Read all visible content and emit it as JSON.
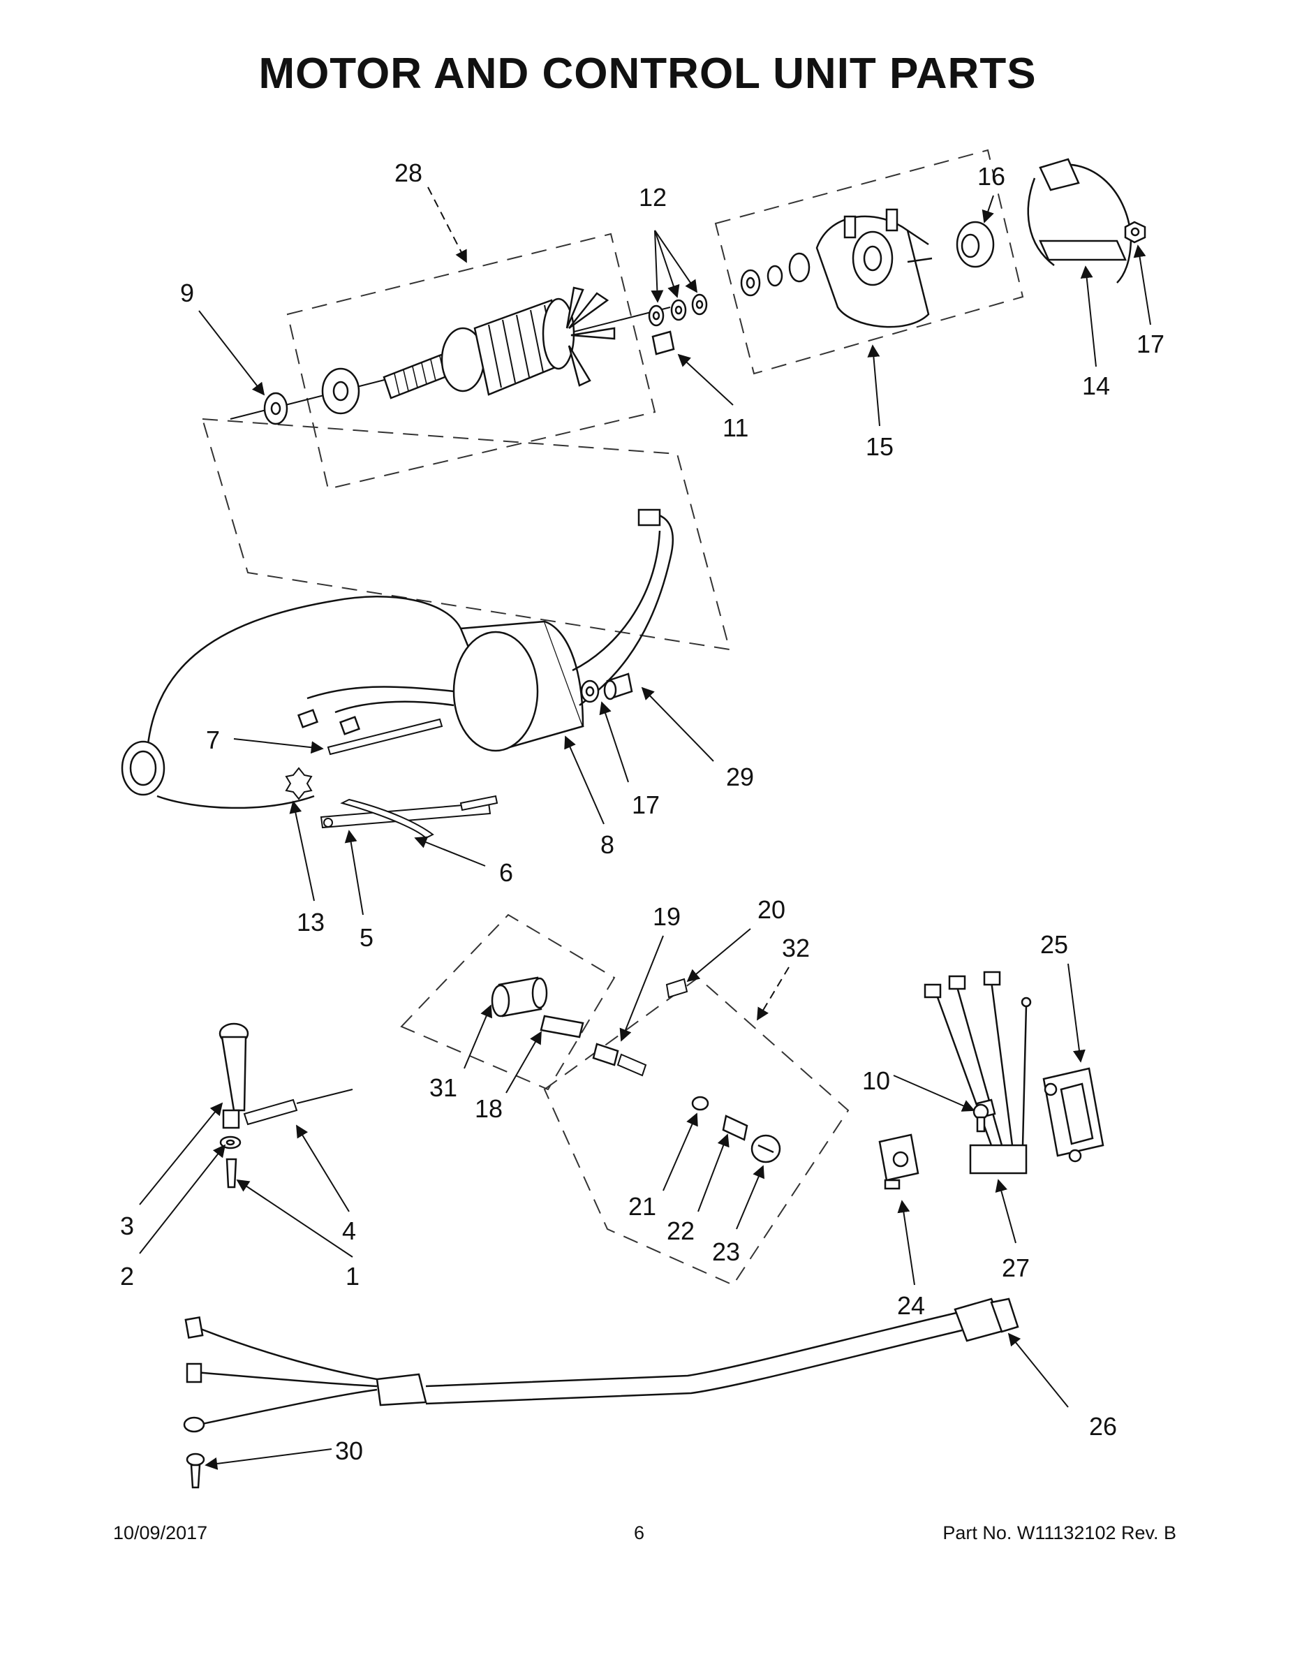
{
  "page": {
    "title": "MOTOR AND CONTROL UNIT PARTS",
    "footer": {
      "date": "10/09/2017",
      "page_number": "6",
      "part_number": "Part No.  W11132102  Rev.  B"
    }
  },
  "callouts": [
    {
      "id": "c9",
      "label": "9"
    },
    {
      "id": "c28",
      "label": "28"
    },
    {
      "id": "c12",
      "label": "12"
    },
    {
      "id": "c11",
      "label": "11"
    },
    {
      "id": "c16",
      "label": "16"
    },
    {
      "id": "c17a",
      "label": "17"
    },
    {
      "id": "c14",
      "label": "14"
    },
    {
      "id": "c15",
      "label": "15"
    },
    {
      "id": "c7",
      "label": "7"
    },
    {
      "id": "c13",
      "label": "13"
    },
    {
      "id": "c5",
      "label": "5"
    },
    {
      "id": "c6",
      "label": "6"
    },
    {
      "id": "c8",
      "label": "8"
    },
    {
      "id": "c17b",
      "label": "17"
    },
    {
      "id": "c29",
      "label": "29"
    },
    {
      "id": "c19",
      "label": "19"
    },
    {
      "id": "c20",
      "label": "20"
    },
    {
      "id": "c32",
      "label": "32"
    },
    {
      "id": "c31",
      "label": "31"
    },
    {
      "id": "c18",
      "label": "18"
    },
    {
      "id": "c21",
      "label": "21"
    },
    {
      "id": "c22",
      "label": "22"
    },
    {
      "id": "c23",
      "label": "23"
    },
    {
      "id": "c25",
      "label": "25"
    },
    {
      "id": "c10",
      "label": "10"
    },
    {
      "id": "c24",
      "label": "24"
    },
    {
      "id": "c27",
      "label": "27"
    },
    {
      "id": "c3",
      "label": "3"
    },
    {
      "id": "c2",
      "label": "2"
    },
    {
      "id": "c4",
      "label": "4"
    },
    {
      "id": "c1",
      "label": "1"
    },
    {
      "id": "c26",
      "label": "26"
    },
    {
      "id": "c30",
      "label": "30"
    }
  ]
}
